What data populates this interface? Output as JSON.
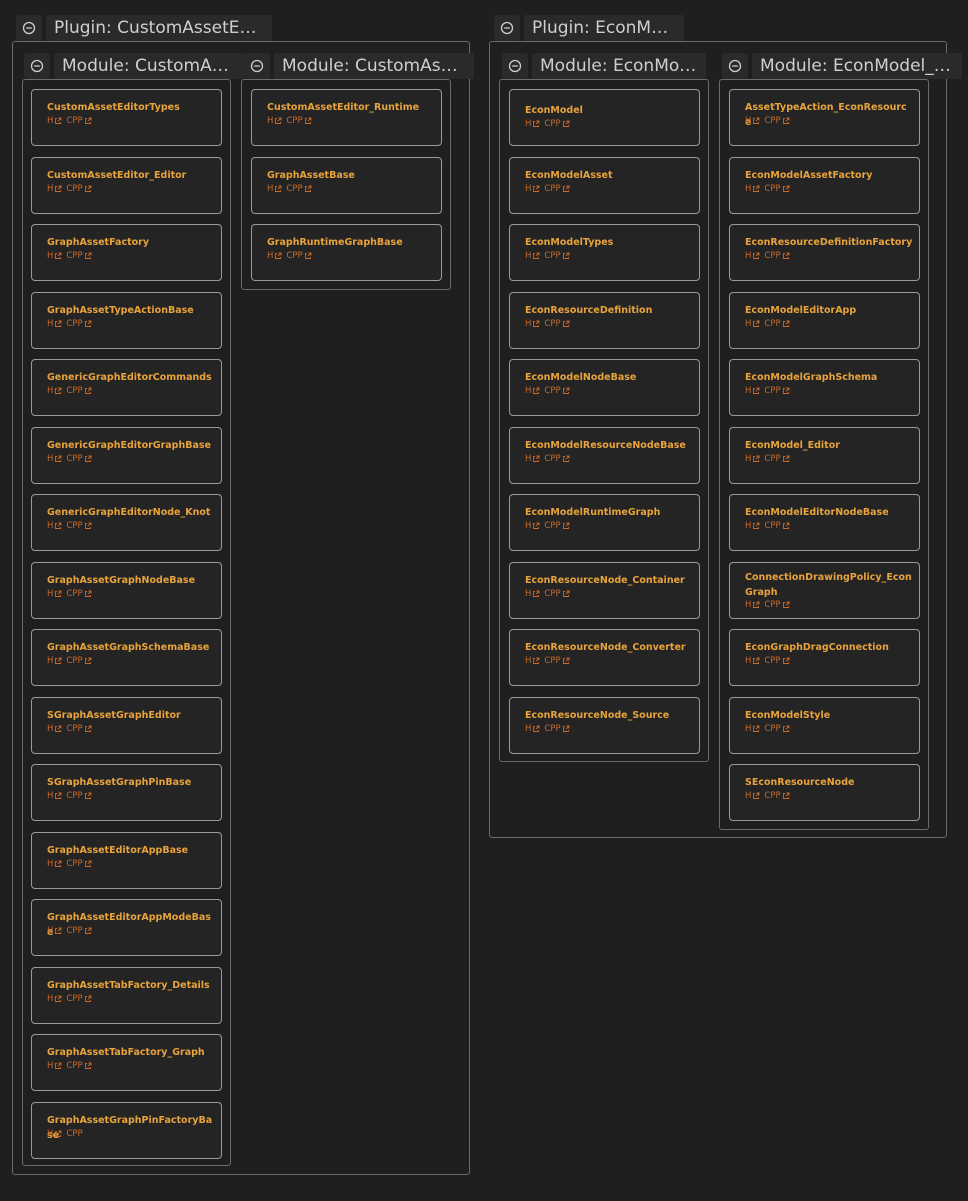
{
  "plugins": [
    {
      "title": "Plugin: CustomAssetEditor",
      "modules": [
        {
          "title": "Module: CustomAssetEditor_Editor",
          "classes": [
            "CustomAssetEditorTypes",
            "CustomAssetEditor_Editor",
            "GraphAssetFactory",
            "GraphAssetTypeActionBase",
            "GenericGraphEditorCommands",
            "GenericGraphEditorGraphBase",
            "GenericGraphEditorNode_Knot",
            "GraphAssetGraphNodeBase",
            "GraphAssetGraphSchemaBase",
            "SGraphAssetGraphEditor",
            "SGraphAssetGraphPinBase",
            "GraphAssetEditorAppBase",
            "GraphAssetEditorAppModeBase",
            "GraphAssetTabFactory_Details",
            "GraphAssetTabFactory_Graph",
            "GraphAssetGraphPinFactoryBase"
          ]
        },
        {
          "title": "Module: CustomAssetEditor_Runtime",
          "classes": [
            "CustomAssetEditor_Runtime",
            "GraphAssetBase",
            "GraphRuntimeGraphBase"
          ]
        }
      ]
    },
    {
      "title": "Plugin: EconModel",
      "modules": [
        {
          "title": "Module: EconModel",
          "classes": [
            "EconModel",
            "EconModelAsset",
            "EconModelTypes",
            "EconResourceDefinition",
            "EconModelNodeBase",
            "EconModelResourceNodeBase",
            "EconModelRuntimeGraph",
            "EconResourceNode_Container",
            "EconResourceNode_Converter",
            "EconResourceNode_Source"
          ]
        },
        {
          "title": "Module: EconModel_Editor",
          "classes": [
            "AssetTypeAction_EconResource",
            "EconModelAssetFactory",
            "EconResourceDefinitionFactory",
            "EconModelEditorApp",
            "EconModelGraphSchema",
            "EconModel_Editor",
            "EconModelEditorNodeBase",
            "ConnectionDrawingPolicy_EconGraph",
            "EconGraphDragConnection",
            "EconModelStyle",
            "SEconResourceNode"
          ]
        }
      ]
    }
  ],
  "links": {
    "header": "H",
    "source": "CPP"
  },
  "colors": {
    "class_name": "#e8a33c",
    "file_link": "#c96a2a",
    "border": "#9a9a9a",
    "background": "#1f1f1f"
  },
  "icons": {
    "collapse": "minus-circle-icon",
    "external": "external-link-icon"
  }
}
